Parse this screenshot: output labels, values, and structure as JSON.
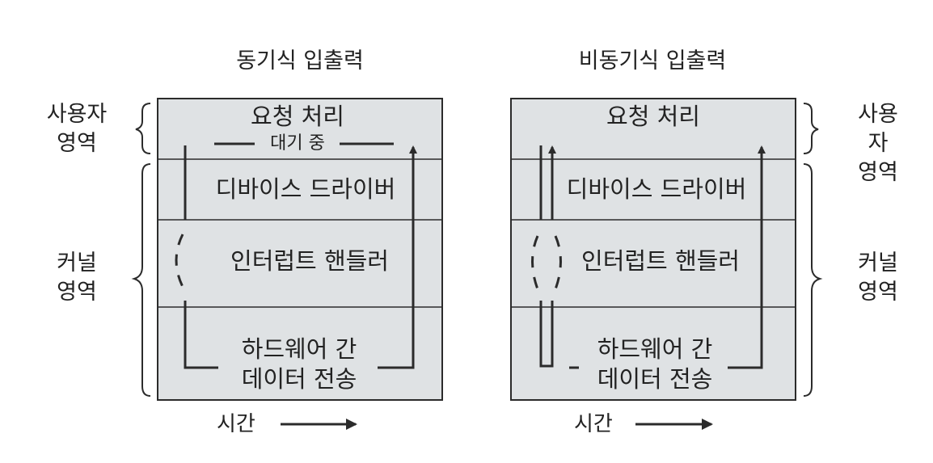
{
  "synchronous": {
    "title": "동기식 입출력",
    "user_space_label": "사용자\n영역",
    "kernel_space_label": "커널\n영역",
    "request_processing": "요청 처리",
    "waiting": "대기 중",
    "device_driver": "디바이스 드라이버",
    "interrupt_handler": "인터럽트 핸들러",
    "hardware_transfer_line1": "하드웨어 간",
    "hardware_transfer_line2": "데이터 전송",
    "time_label": "시간"
  },
  "asynchronous": {
    "title": "비동기식 입출력",
    "user_space_label": "사용자\n영역",
    "kernel_space_label": "커널\n영역",
    "request_processing": "요청 처리",
    "device_driver": "디바이스 드라이버",
    "interrupt_handler": "인터럽트 핸들러",
    "hardware_transfer_line1": "하드웨어 간",
    "hardware_transfer_line2": "데이터 전송",
    "time_label": "시간"
  },
  "colors": {
    "panel_fill": "#dfe2e4",
    "line": "#2b2b2b",
    "text": "#222222"
  }
}
